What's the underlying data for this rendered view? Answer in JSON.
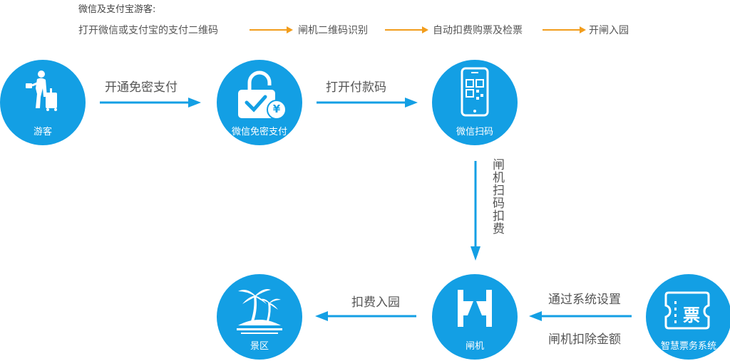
{
  "flow": {
    "title": "微信及支付宝游客:",
    "steps": [
      "打开微信或支付宝的支付二维码",
      "闸机二维码识别",
      "自动扣费购票及检票",
      "开闸入园"
    ]
  },
  "nodes": {
    "tourist": "游客",
    "wechat_pay": "微信免密支付",
    "wechat_scan": "微信扫码",
    "gate": "闸机",
    "scenic": "景区",
    "ticket_system": "智慧票务系统",
    "ticket_glyph": "票",
    "yen_glyph": "¥"
  },
  "edges": {
    "open_pay": "开通免密支付",
    "open_code": "打开付款码",
    "gate_scan": "闸机扫码扣费",
    "enter": "扣费入园",
    "system_setup": "通过系统设置",
    "gate_deduct": "闸机扣除金额"
  },
  "colors": {
    "node_fill": "#139fe4",
    "arrow_blue": "#139fe4",
    "arrow_orange": "#f29d1c"
  }
}
